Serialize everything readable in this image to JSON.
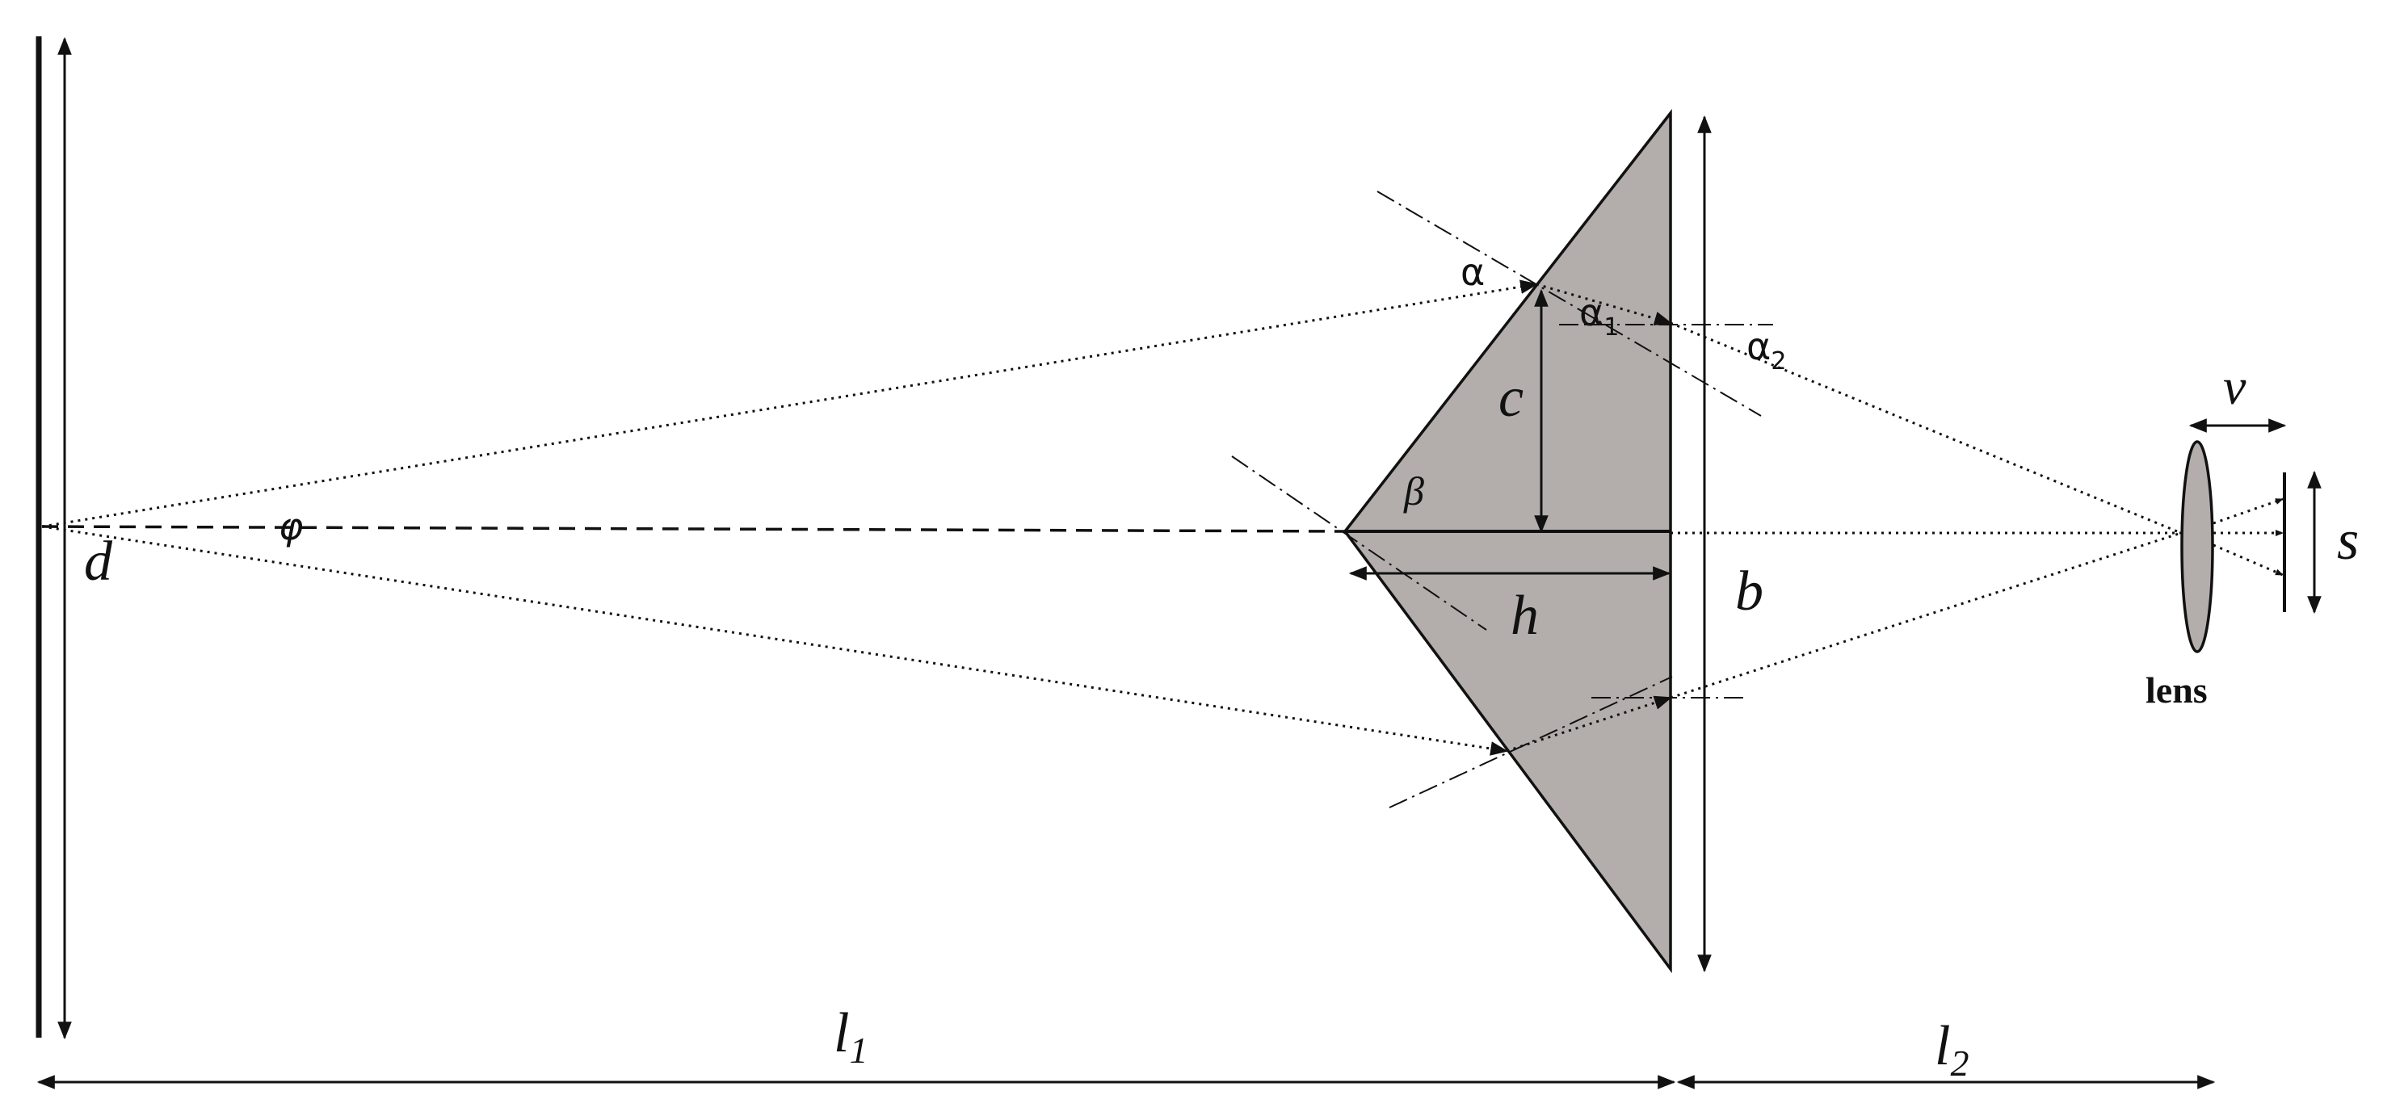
{
  "labels": {
    "d": "d",
    "phi": "φ",
    "alpha": "α",
    "alpha1": "α",
    "alpha1_sub": "1",
    "alpha2": "α",
    "alpha2_sub": "2",
    "beta": "β",
    "c": "c",
    "h": "h",
    "b": "b",
    "v": "v",
    "s": "s",
    "lens": "lens",
    "l1": "l",
    "l1_sub": "1",
    "l2": "l",
    "l2_sub": "2"
  },
  "colors": {
    "prism_fill": "#b3aeac",
    "line": "#111111",
    "lens_fill": "#b3aeac"
  }
}
